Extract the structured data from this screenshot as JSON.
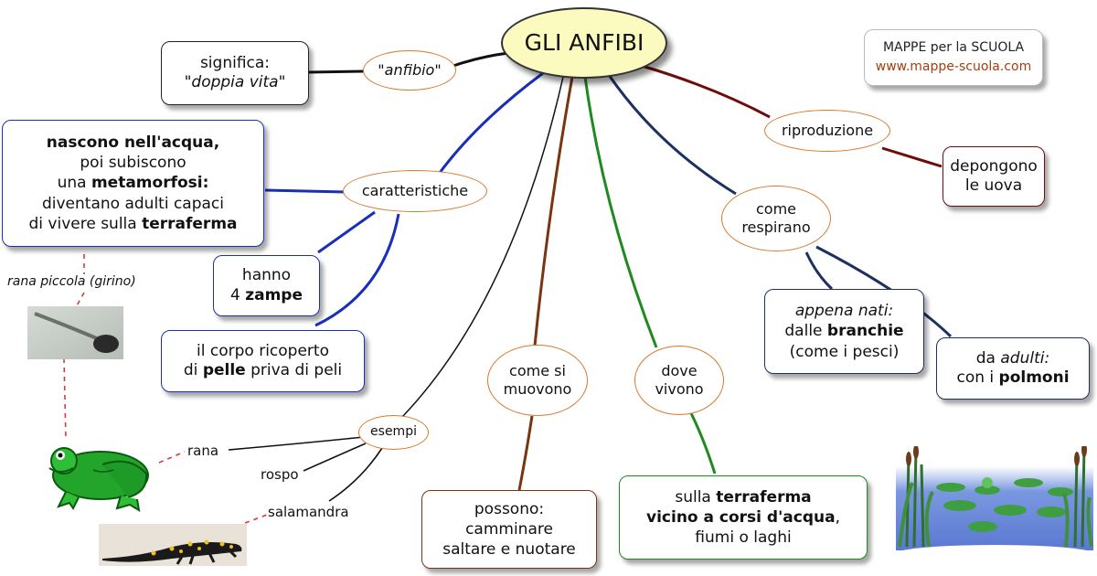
{
  "title": "GLI ANFIBI",
  "brand": {
    "line1": "MAPPE per la SCUOLA",
    "line2": "www.mappe-scuola.com"
  },
  "anfibio": {
    "oval": "\"anfibio\"",
    "meaning_1": "significa:",
    "meaning_2": "\"doppia  vita\""
  },
  "caratteristiche": {
    "oval": "caratteristiche",
    "metamorfosi": {
      "l1": "nascono nell'acqua,",
      "l2": "poi subiscono",
      "l3_a": "una ",
      "l3_b": "metamorfosi:",
      "l4": "diventano adulti capaci",
      "l5_a": "di vivere sulla ",
      "l5_b": "terraferma"
    },
    "zampe": {
      "l1": "hanno",
      "l2_a": "4 ",
      "l2_b": "zampe"
    },
    "pelle": {
      "l1": "il corpo ricoperto",
      "l2_a": "di ",
      "l2_b": "pelle",
      "l2_c": " priva di peli"
    }
  },
  "esempi": {
    "oval": "esempi",
    "items": [
      "rana",
      "rospo",
      "salamandra"
    ],
    "ellipsis": ". . . .",
    "tadpole_caption": "rana piccola (girino)"
  },
  "movimento": {
    "oval_1": "come si",
    "oval_2": "muovono",
    "box_1": "possono:",
    "box_2": "camminare",
    "box_3": "saltare e nuotare"
  },
  "habitat": {
    "oval_1": "dove",
    "oval_2": "vivono",
    "box_1_a": "sulla ",
    "box_1_b": "terraferma",
    "box_2": "vicino a corsi d'acqua",
    "box_2_c": ",",
    "box_3": "fiumi o laghi"
  },
  "respirazione": {
    "oval_1": "come",
    "oval_2": "respirano",
    "nati_1": "appena  nati:",
    "nati_2_a": "dalle ",
    "nati_2_b": "branchie",
    "nati_3": "(come i pesci)",
    "adulti_1_a": "da ",
    "adulti_1_b": "adulti:",
    "adulti_2_a": "con i ",
    "adulti_2_b": "polmoni"
  },
  "riproduzione": {
    "oval": "riproduzione",
    "box_1": "depongono",
    "box_2": "le uova"
  },
  "colors": {
    "title_fill": "#fbfbc0",
    "oval_border": "#d47a2e",
    "blue": "#1a2fb8",
    "navy": "#1d3160",
    "dark_red": "#6e0c0c",
    "brown": "#7a3410",
    "green": "#1f8a1f",
    "black": "#111111",
    "red_dash": "#d63a3a",
    "frog_green": "#22a52a",
    "water": "#5a78d0"
  }
}
